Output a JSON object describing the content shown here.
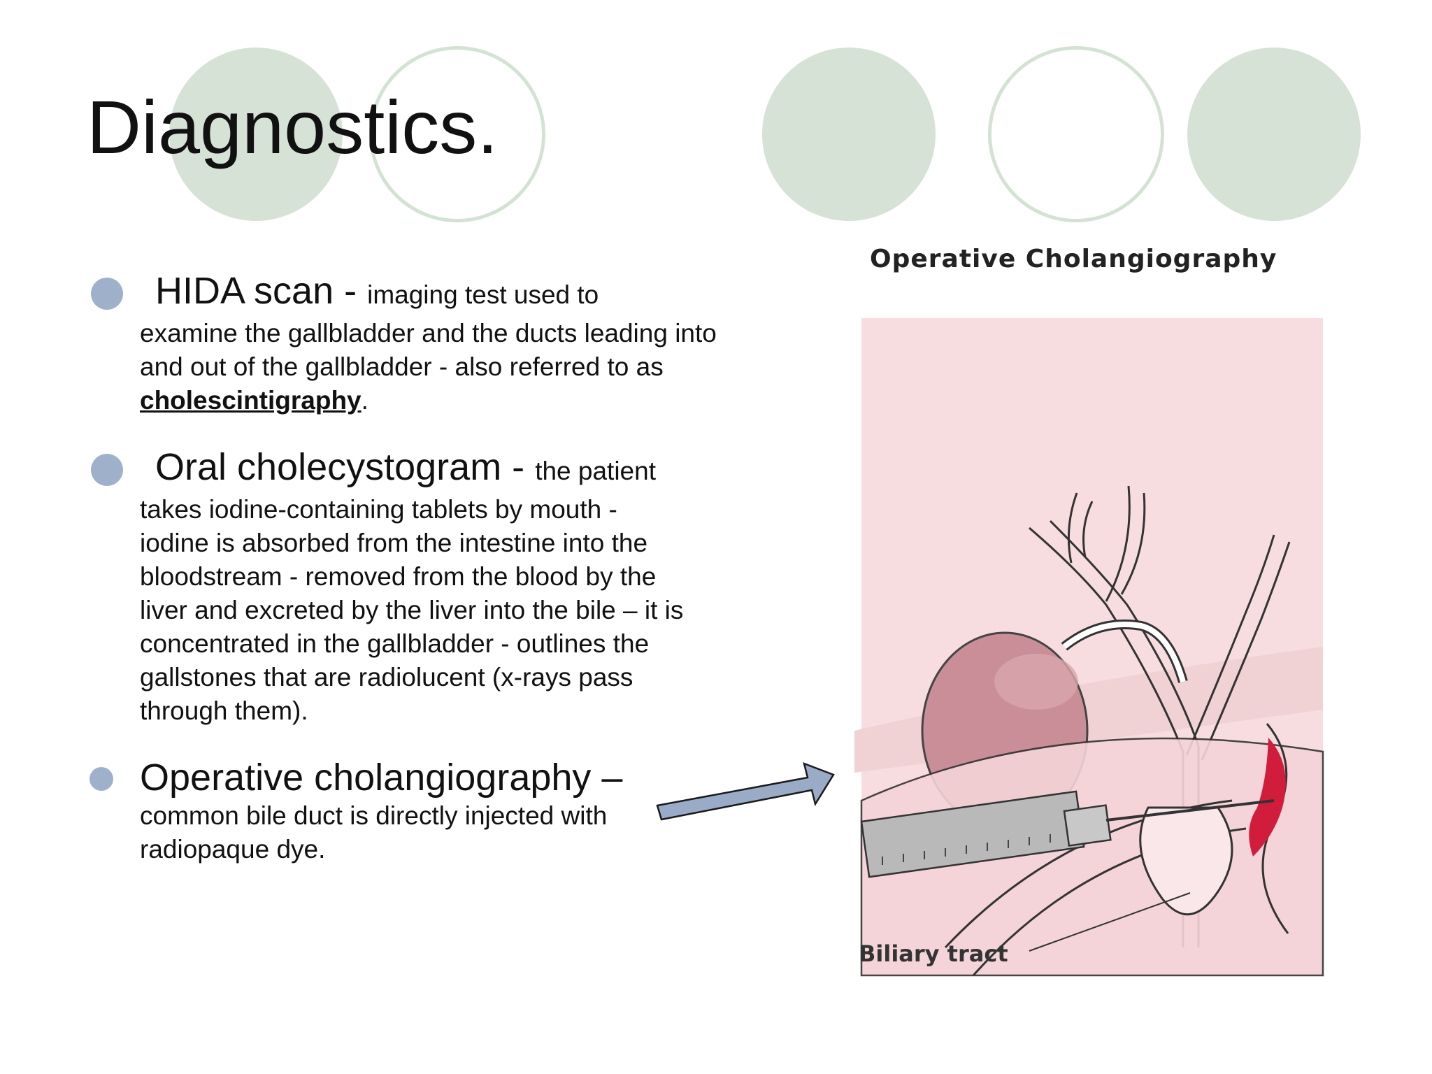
{
  "slide": {
    "title": "Diagnostics."
  },
  "bullets": [
    {
      "heading": "HIDA scan -",
      "lead": "imaging test used to",
      "body_pre": "examine the gallbladder and the ducts leading into and out of the gallbladder - also referred to as",
      "term": "cholescintigraphy",
      "body_post": "."
    },
    {
      "heading": "Oral cholecystogram -",
      "lead": "the patient",
      "body": "takes iodine-containing tablets by mouth - iodine is absorbed from the intestine into the bloodstream - removed from the blood by the liver and excreted by the liver into the bile – it is concentrated in the gallbladder - outlines the gallstones that are radiolucent (x-rays pass through them)."
    },
    {
      "heading": "Operative cholangiography –",
      "body": "common bile duct is directly injected with radiopaque dye."
    }
  ],
  "figure": {
    "title": "Operative Cholangiography",
    "label": "Biliary tract"
  },
  "colors": {
    "decor_circle": "#d6e2d6",
    "bullet_dot": "#9fb0cb",
    "arrow_fill": "#9aabc8",
    "figure_bg": "#f7dde0"
  }
}
